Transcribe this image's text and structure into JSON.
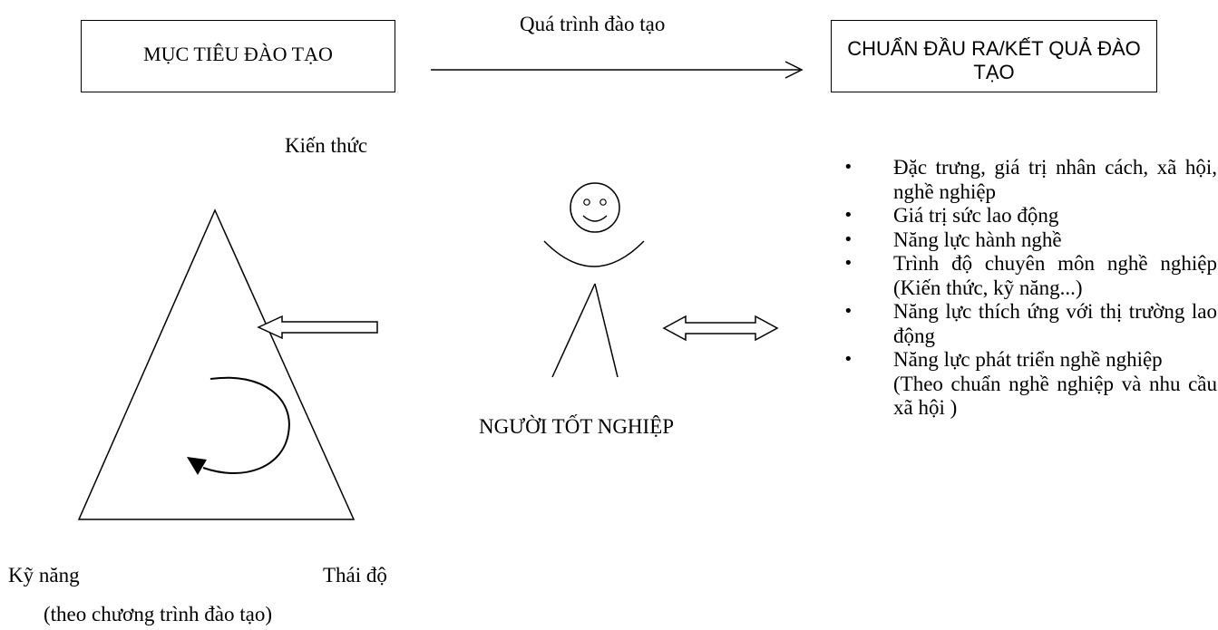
{
  "header": {
    "left_box": "MỤC TIÊU ĐÀO TẠO",
    "process_label": "Quá trình đào tạo",
    "right_box": "CHUẨN ĐẦU RA/KẾT QUẢ ĐÀO TẠO"
  },
  "triangle": {
    "top_label": "Kiến thức",
    "left_label": "Kỹ năng",
    "right_label": "Thái độ",
    "caption": "(theo chương trình đào tạo)"
  },
  "graduate": {
    "label": "NGƯỜI TỐT NGHIỆP"
  },
  "outcomes": {
    "items": [
      "Đặc trưng, giá trị nhân cách, xã hội, nghề nghiệp",
      "Giá trị sức lao động",
      "Năng lực hành nghề",
      "Trình độ chuyên môn nghề nghiệp (Kiến thức, kỹ năng...)",
      "Năng lực thích ứng với thị trường lao động",
      "Năng lực phát triển nghề nghiệp"
    ],
    "note": "(Theo chuẩn nghề nghiệp và nhu cầu xã hội )"
  }
}
